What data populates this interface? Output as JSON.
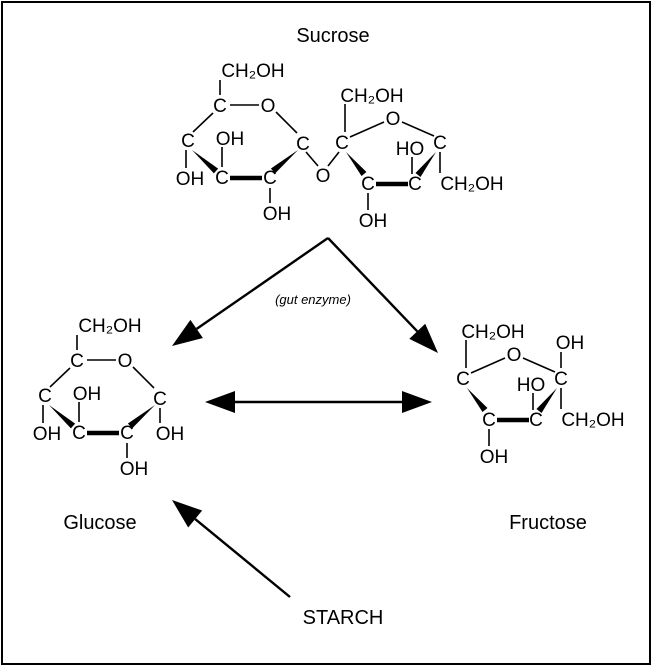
{
  "labels": {
    "sucrose": "Sucrose",
    "enzyme": "(gut enzyme)",
    "glucose": "Glucose",
    "fructose": "Fructose",
    "starch": "STARCH"
  },
  "atoms": {
    "C": "C",
    "O": "O",
    "OH": "OH",
    "HO": "HO",
    "CH2OH": "CH₂OH"
  },
  "colors": {
    "ink": "#000000",
    "background": "#ffffff"
  }
}
